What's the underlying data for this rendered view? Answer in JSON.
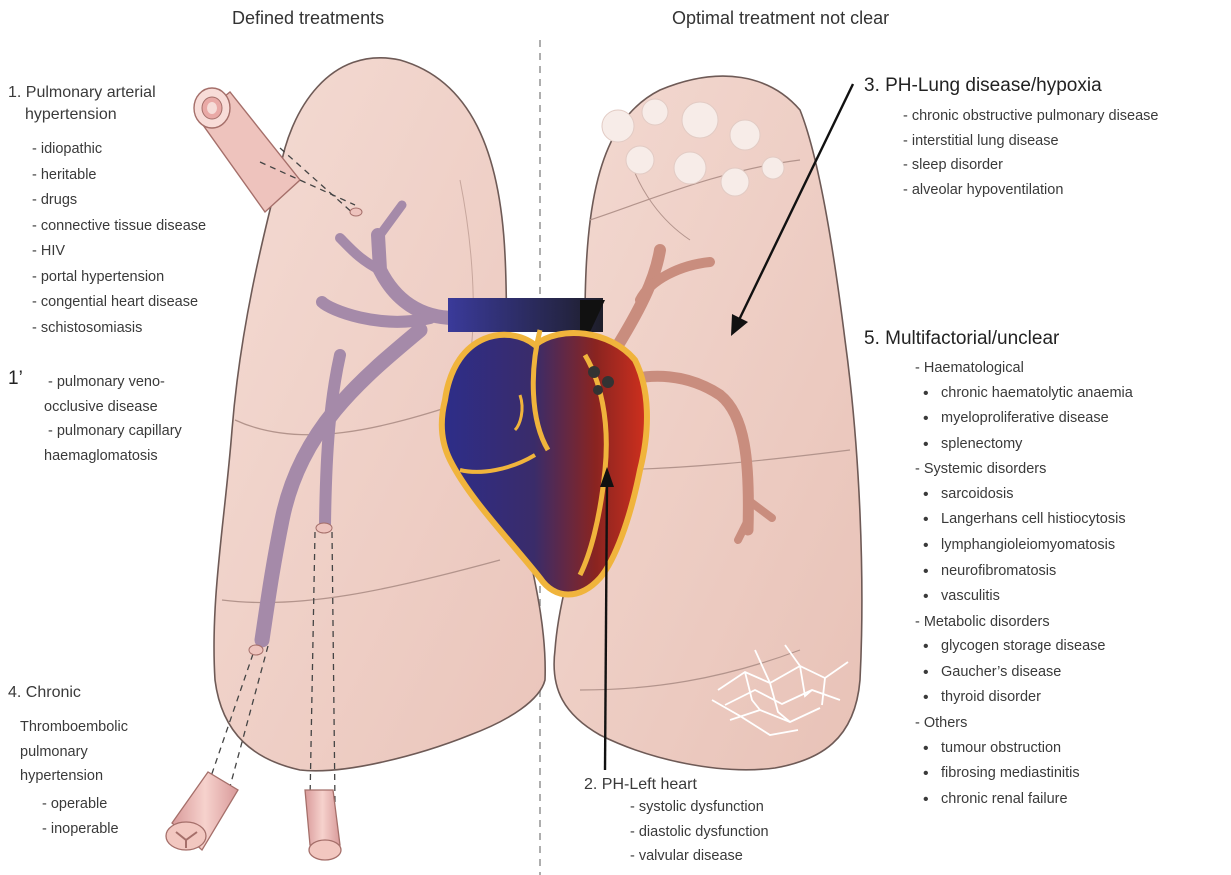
{
  "headers": {
    "left": "Defined treatments",
    "right": "Optimal treatment not clear"
  },
  "group1": {
    "title_line1": "1. Pulmonary arterial",
    "title_line2": "hypertension",
    "items": [
      "- idiopathic",
      "- heritable",
      "- drugs",
      "- connective tissue disease",
      "- HIV",
      "- portal hypertension",
      "- congential heart disease",
      "- schistosomiasis"
    ]
  },
  "group1prime": {
    "label": "1’",
    "items": [
      "- pulmonary veno-",
      "occlusive disease",
      "- pulmonary capillary",
      "haemaglomatosis"
    ]
  },
  "group4": {
    "title": "4. Chronic",
    "subtitle": [
      "Thromboembolic",
      "pulmonary",
      "hypertension"
    ],
    "items": [
      "- operable",
      "- inoperable"
    ]
  },
  "group2": {
    "title": "2. PH-Left heart",
    "items": [
      "- systolic dysfunction",
      "- diastolic dysfunction",
      "- valvular disease"
    ]
  },
  "group3": {
    "title": "3. PH-Lung disease/hypoxia",
    "items": [
      "- chronic obstructive pulmonary disease",
      "- interstitial lung disease",
      "- sleep disorder",
      "- alveolar hypoventilation"
    ]
  },
  "group5": {
    "title": "5. Multifactorial/unclear",
    "haem": {
      "label": "- Haematological",
      "items": [
        "chronic haematolytic anaemia",
        "myeloproliferative disease",
        "splenectomy"
      ]
    },
    "systemic": {
      "label": "- Systemic disorders",
      "items": [
        "sarcoidosis",
        "Langerhans cell histiocytosis",
        "lymphangioleiomyomatosis",
        "neurofibromatosis",
        "vasculitis"
      ]
    },
    "metabolic": {
      "label": "- Metabolic disorders",
      "items": [
        "glycogen storage disease",
        "Gaucher’s disease",
        "thyroid disorder"
      ]
    },
    "others": {
      "label": "- Others",
      "items": [
        "tumour obstruction",
        "fibrosing mediastinitis",
        "chronic renal failure"
      ]
    }
  },
  "colors": {
    "lung_fill": "#f2d4cc",
    "lung_stroke": "#6b5550",
    "vessel_left": "#a58aa9",
    "vessel_right": "#c98d7e",
    "heart_blue": "#2f2f8c",
    "heart_red": "#c8281e",
    "heart_outline": "#f0b43c"
  }
}
